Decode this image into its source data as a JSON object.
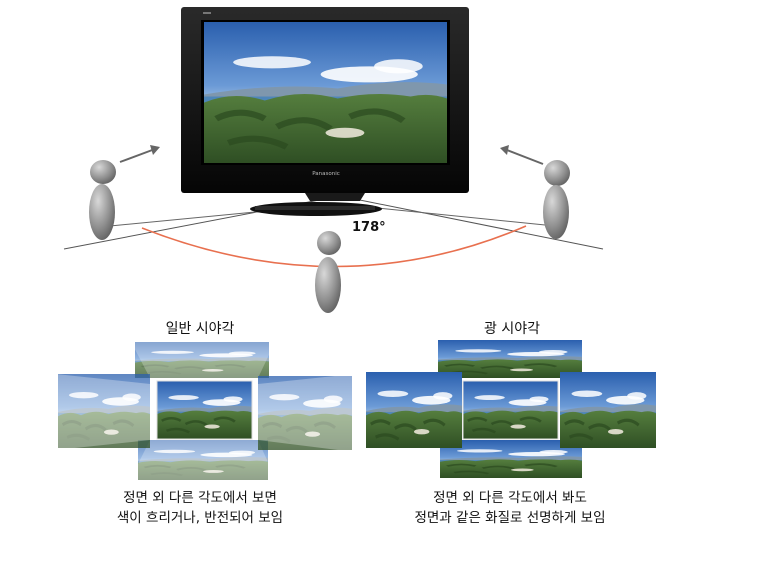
{
  "viewing_angle": {
    "angle_label": "178°",
    "tv_brand": "Panasonic"
  },
  "panels": [
    {
      "title": "일반 시야각",
      "caption_line1": "정면 외 다른 각도에서 보면",
      "caption_line2": "색이 흐리거나, 반전되어 보임"
    },
    {
      "title": "광 시야각",
      "caption_line1": "정면 외 다른 각도에서 봐도",
      "caption_line2": "정면과 같은 화질로 선명하게 보임"
    }
  ],
  "colors": {
    "arc": "#e8704f",
    "tv_body": "#111111",
    "viewer": "#8c8c8c",
    "sky": "#3f78c4",
    "foliage": "#3d6a32"
  }
}
